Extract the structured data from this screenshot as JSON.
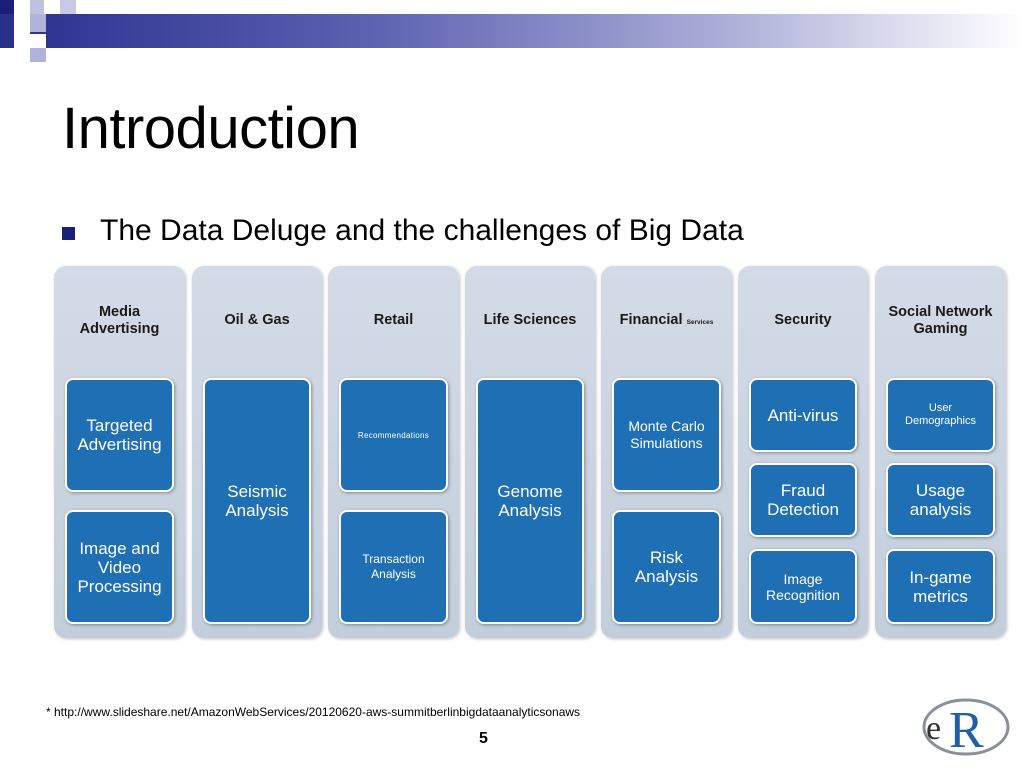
{
  "slide": {
    "title": "Introduction",
    "bullet": "The Data Deluge and the challenges of Big Data",
    "footnote": "* http://www.slideshare.net/AmazonWebServices/20120620-aws-summitberlinbigdataanalyticsonaws",
    "page_number": "5"
  },
  "columns": [
    {
      "header_line1": "Media",
      "header_line2": "Advertising",
      "boxes": [
        {
          "line1": "Targeted",
          "line2": "Advertising"
        },
        {
          "line1": "Image and",
          "line2": "Video",
          "line3": "Processing"
        }
      ]
    },
    {
      "header_line1": "Oil & Gas",
      "boxes": [
        {
          "line1": "Seismic",
          "line2": "Analysis"
        }
      ]
    },
    {
      "header_line1": "Retail",
      "boxes": [
        {
          "line1": "Recommendations"
        },
        {
          "line1": "Transaction",
          "line2": "Analysis"
        }
      ]
    },
    {
      "header_line1": "Life Sciences",
      "boxes": [
        {
          "line1": "Genome",
          "line2": "Analysis"
        }
      ]
    },
    {
      "header_line1": "Financial",
      "header_suffix": "Services",
      "boxes": [
        {
          "line1": "Monte Carlo",
          "line2": "Simulations"
        },
        {
          "line1": "Risk",
          "line2": "Analysis"
        }
      ]
    },
    {
      "header_line1": "Security",
      "boxes": [
        {
          "line1": "Anti-virus"
        },
        {
          "line1": "Fraud",
          "line2": "Detection"
        },
        {
          "line1": "Image",
          "line2": "Recognition"
        }
      ]
    },
    {
      "header_line1": "Social Network",
      "header_line2": "Gaming",
      "boxes": [
        {
          "line1": "User",
          "line2": "Demographics"
        },
        {
          "line1": "Usage",
          "line2": "analysis"
        },
        {
          "line1": "In-game",
          "line2": "metrics"
        }
      ]
    }
  ],
  "logo": {
    "text_e": "e",
    "text_r": "R"
  },
  "colors": {
    "box_blue": "#1f6fb5",
    "column_gray": "#c9d3e1",
    "bullet_navy": "#1c1f7a"
  }
}
